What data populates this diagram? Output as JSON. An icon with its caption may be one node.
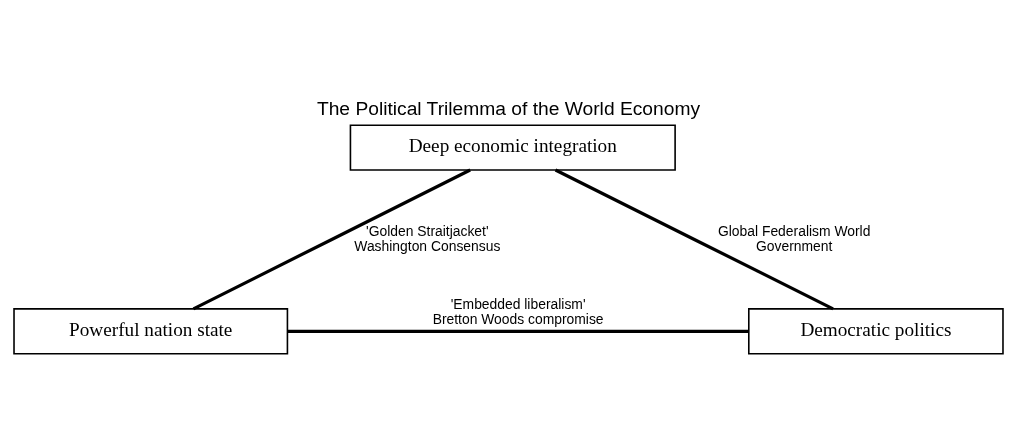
{
  "diagram": {
    "title": "The Political Trilemma of the World Economy",
    "nodes": [
      {
        "text": [
          "Deep economic integration"
        ]
      },
      {
        "text": [
          "Powerful nation state"
        ]
      },
      {
        "text": [
          "Democratic politics"
        ]
      }
    ],
    "edges": [
      {
        "from": 0,
        "to": 1,
        "arrow": "none",
        "label": "'Golden Straitjacket' Washington Consensus"
      },
      {
        "from": 0,
        "to": 2,
        "arrow": "none",
        "label": "Global Federalism World Government"
      },
      {
        "from": 1,
        "to": 2,
        "arrow": "none",
        "label": "'Embedded liberalism' Bretton Woods compromise"
      }
    ]
  }
}
